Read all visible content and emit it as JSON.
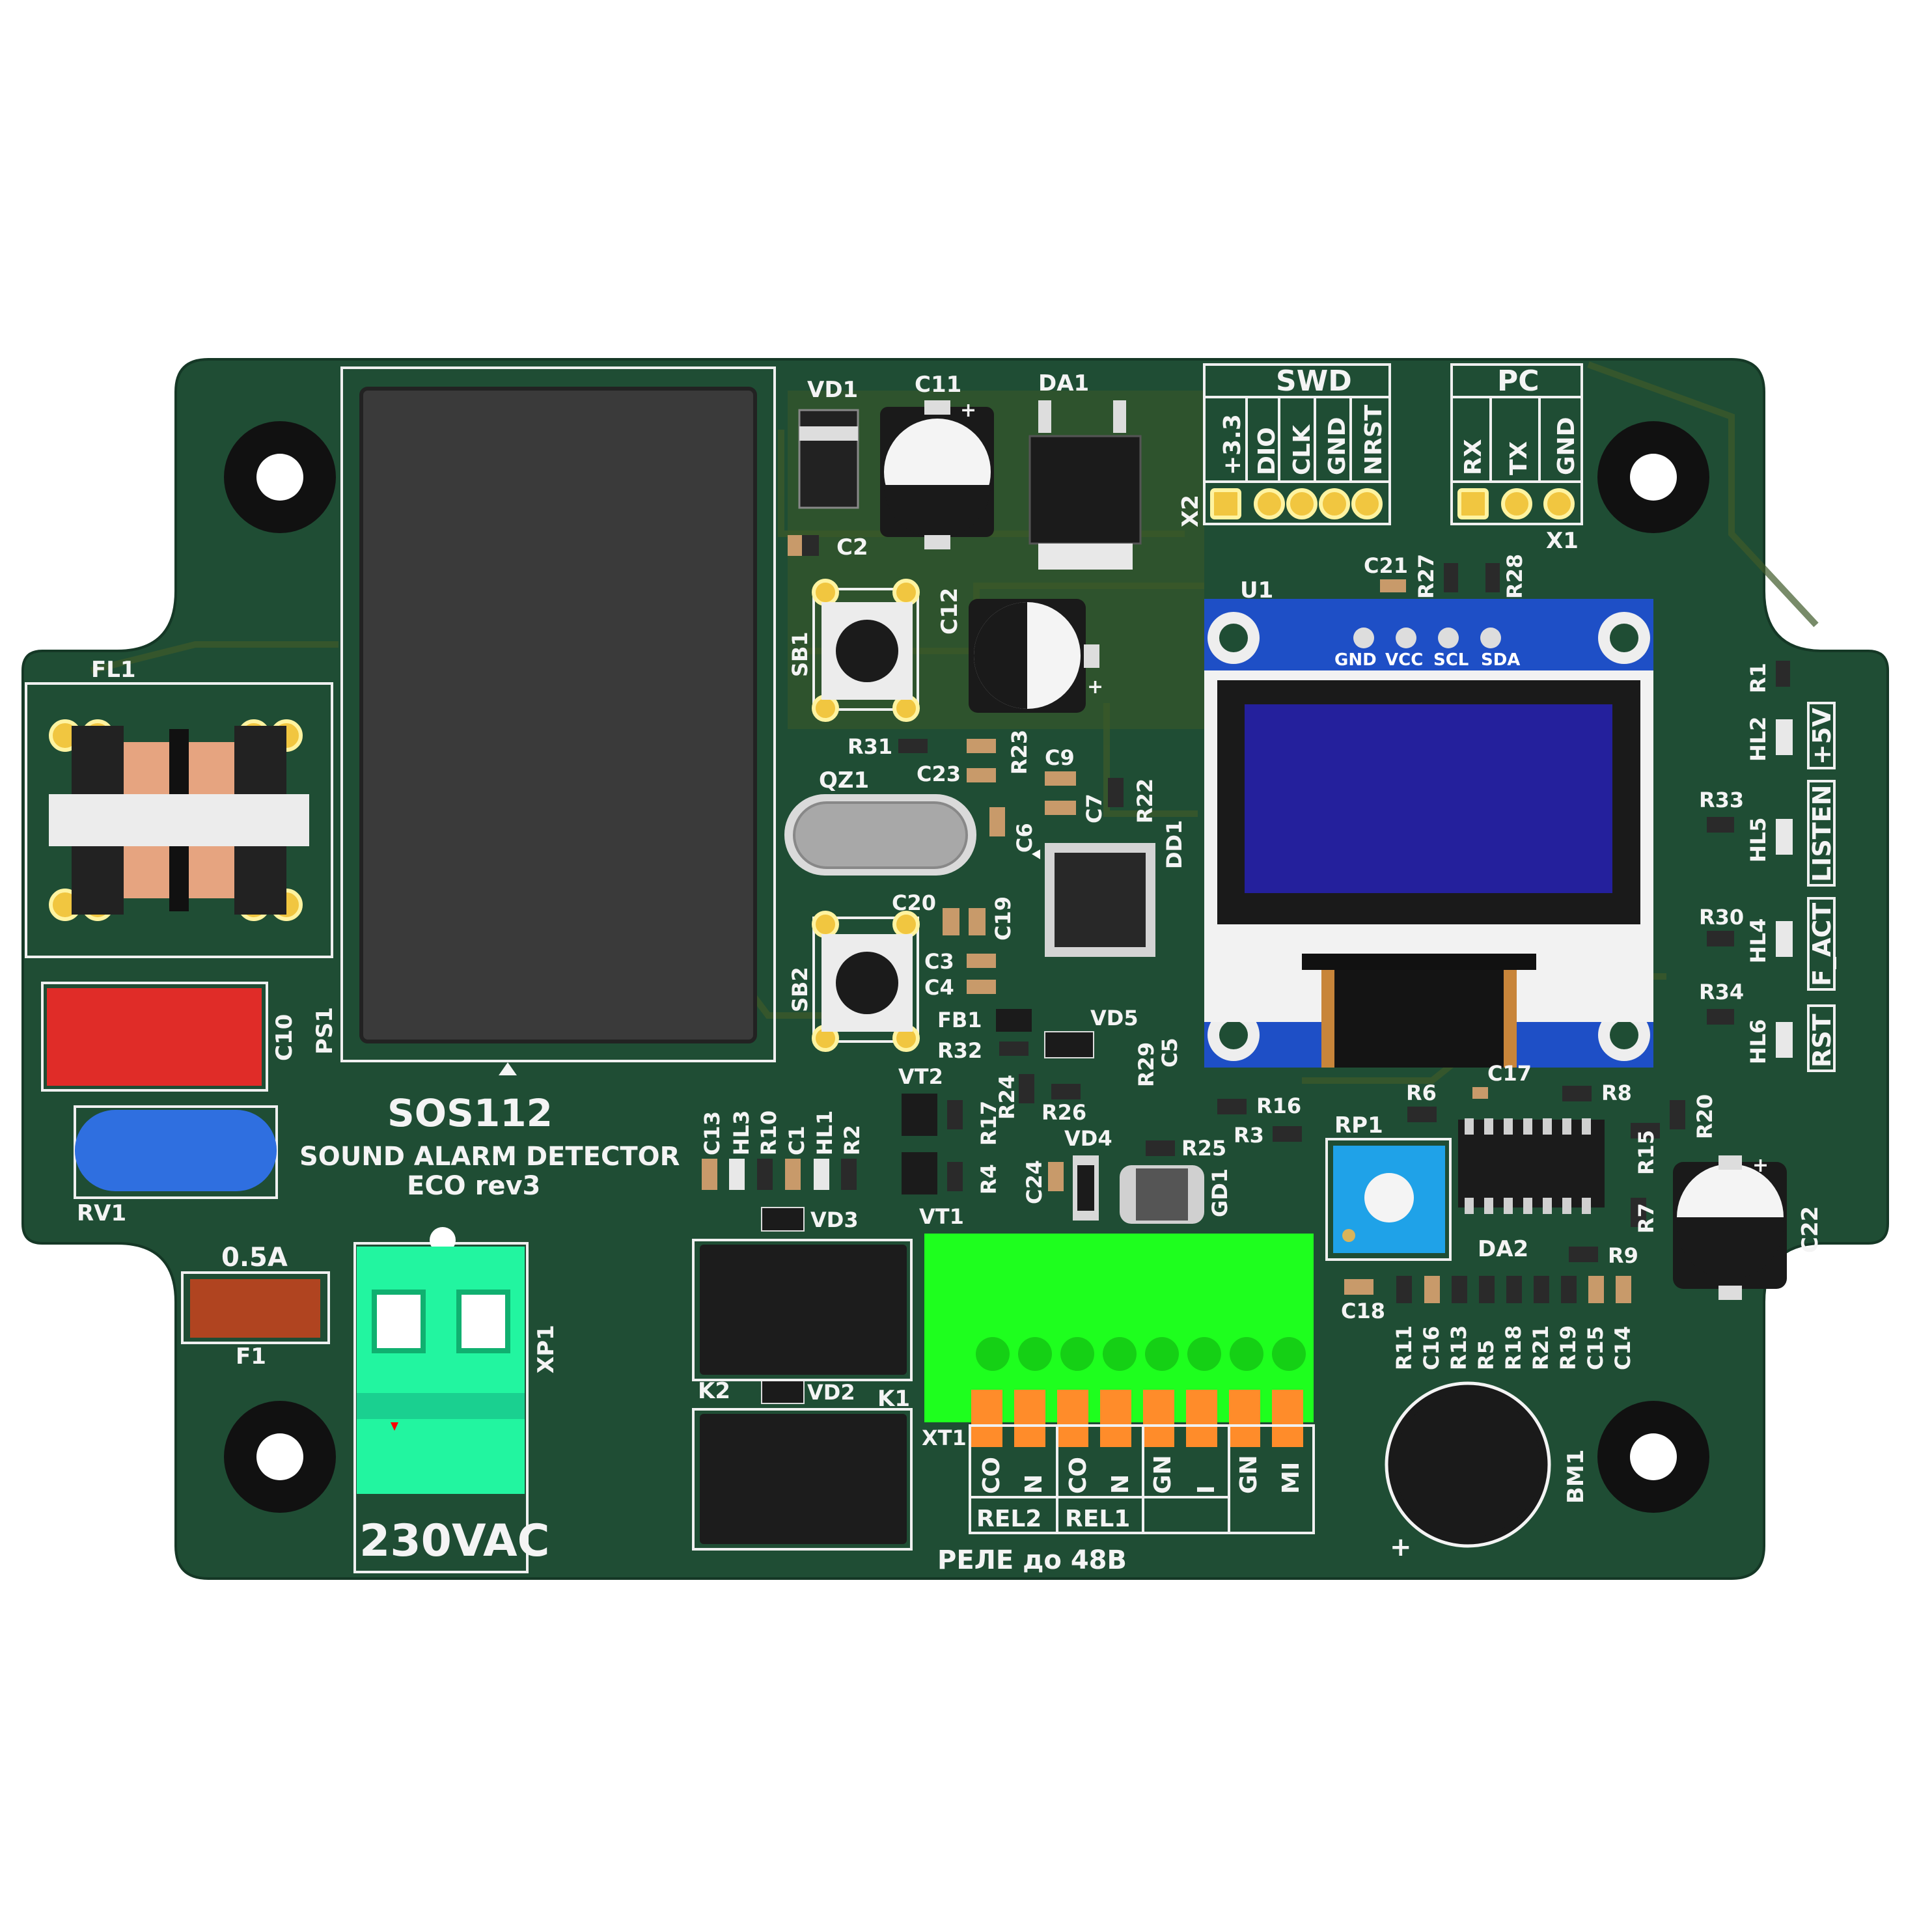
{
  "board": {
    "title": "SOS112",
    "subtitle": "SOUND ALARM DETECTOR",
    "revision": "ECO rev3",
    "relay_note": "РЕЛЕ до 48В",
    "mains_label": "230VAC",
    "fuse_rating": "0.5A",
    "colors": {
      "pcb": "#1f4d34",
      "silkscreen": "#f4f4f4",
      "terminal_green": "#22f5a0",
      "connector_green": "#1eff1e",
      "pins_orange": "#ff8c2a",
      "oled_pcb": "#1e4fc6",
      "oled_screen": "#24209c",
      "varistor_blue": "#2f6fe0",
      "cap_red": "#e02c28",
      "fuse_brown": "#b04420"
    }
  },
  "headers": {
    "swd": {
      "title": "SWD",
      "pins": [
        "+3.3",
        "DIO",
        "CLK",
        "GND",
        "NRST"
      ],
      "ref": "X2"
    },
    "pc": {
      "title": "PC",
      "pins": [
        "RX",
        "TX",
        "GND"
      ],
      "ref": "X1"
    }
  },
  "oled": {
    "ref": "U1",
    "pins": [
      "GND",
      "VCC",
      "SCL",
      "SDA"
    ]
  },
  "status_leds": [
    {
      "ref": "HL2",
      "label": "+5V",
      "res": "R1"
    },
    {
      "ref": "HL5",
      "label": "LISTEN",
      "res": "R33"
    },
    {
      "ref": "HL4",
      "label": "F_ACT",
      "res": "R30"
    },
    {
      "ref": "HL6",
      "label": "RST",
      "res": "R34"
    }
  ],
  "terminal_xt1": {
    "ref": "XT1",
    "pin_labels": [
      "CO",
      "N",
      "CO",
      "N",
      "GN",
      "I",
      "GN",
      "MI"
    ],
    "group_labels": [
      "REL2",
      "REL1"
    ]
  },
  "refs": {
    "FL1": "FL1",
    "PS1": "PS1",
    "C10": "C10",
    "RV1": "RV1",
    "F1": "F1",
    "XP1": "XP1",
    "VD1": "VD1",
    "C11": "C11",
    "DA1": "DA1",
    "C2": "C2",
    "SB1": "SB1",
    "C12": "C12",
    "R31": "R31",
    "C23": "C23",
    "R23": "R23",
    "C9": "C9",
    "QZ1": "QZ1",
    "C6": "C6",
    "C7": "C7",
    "R22": "R22",
    "DD1": "DD1",
    "C20": "C20",
    "C19": "C19",
    "SB2": "SB2",
    "C3": "C3",
    "C4": "C4",
    "FB1": "FB1",
    "VD5": "VD5",
    "C5": "C5",
    "R32": "R32",
    "R29": "R29",
    "VT2": "VT2",
    "R17": "R17",
    "R24": "R24",
    "R26": "R26",
    "R16": "R16",
    "C13": "C13",
    "HL3": "HL3",
    "R10": "R10",
    "C1": "C1",
    "HL1": "HL1",
    "R2": "R2",
    "R4": "R4",
    "VT1": "VT1",
    "VD3": "VD3",
    "VD4": "VD4",
    "C24": "C24",
    "R25": "R25",
    "GD1": "GD1",
    "R3": "R3",
    "R6": "R6",
    "C17": "C17",
    "R8": "R8",
    "R20": "R20",
    "RP1": "RP1",
    "R15": "R15",
    "DA2": "DA2",
    "R7": "R7",
    "R9": "R9",
    "C22": "C22",
    "C18": "C18",
    "K2": "K2",
    "VD2": "VD2",
    "K1": "K1",
    "BM1": "BM1",
    "C21": "C21",
    "R27": "R27",
    "R28": "R28"
  },
  "bottom_row": [
    "R11",
    "C16",
    "R13",
    "R5",
    "R18",
    "R21",
    "R19",
    "C15",
    "C14"
  ]
}
